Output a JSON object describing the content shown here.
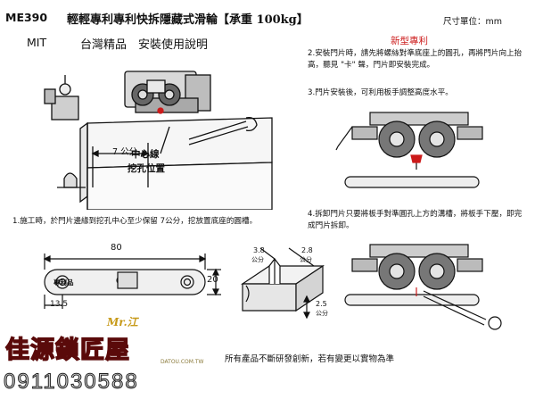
{
  "header": {
    "model": "ME390",
    "title": "輕輕專利專利快拆隱藏式滑輪【承重 100kg】",
    "unit": "尺寸單位：mm",
    "origin": "MIT",
    "subtitle": "台灣精品　安裝使用說明"
  },
  "new_patent": "新型專利",
  "steps": {
    "step1": "1.施工時，於門片邊緣到挖孔中心至少保留 7公分，挖放置底座的圓槽。",
    "step2": "2.安裝門片時，請先將螺絲對準底座上的圓孔，再將門片向上抬高，聽見 \"卡\" 聲，門片即安裝完成。",
    "step3": "3.門片安裝後，可利用板手調整高度水平。",
    "step4": "4.拆卸門片只要將板手對準圓孔上方的溝槽，將板手下壓，即完成門片拆卸。"
  },
  "diagram": {
    "offset_label": "7 公分",
    "center_line": "中心線",
    "hole_position": "挖孔位置",
    "plate_label": "專利品",
    "dim_length": "80",
    "dim_width": "20",
    "dim_hole": "13.5",
    "dim_38": "3.8",
    "dim_28": "2.8",
    "dim_25": "2.5",
    "dim_unit": "公分"
  },
  "footer": {
    "disclaimer": "所有產品不斷研發創新，若有變更以實物為準",
    "brand_mark": "Mr.江",
    "store_name": "佳源鎖匠屋",
    "watermark": "DATOU.COM.TW",
    "phone": "0911030588"
  },
  "colors": {
    "accent_red": "#cc1a1a",
    "store_red": "#d81414",
    "line": "#111111"
  }
}
